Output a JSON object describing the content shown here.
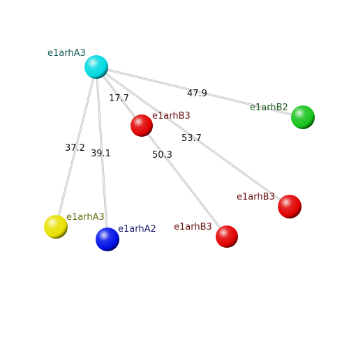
{
  "nodes": [
    {
      "id": "hub",
      "label": "e1arhA3",
      "color": "#00d8e0",
      "label_color": "#1a5c5c"
    },
    {
      "id": "green",
      "label": "e1arhB2",
      "color": "#16c21a",
      "label_color": "#1f5a1f"
    },
    {
      "id": "red_top",
      "label": "e1arhB3",
      "color": "#e00000",
      "label_color": "#6a1010"
    },
    {
      "id": "red_right",
      "label": "e1arhB3",
      "color": "#e00000",
      "label_color": "#6a1010"
    },
    {
      "id": "red_bottom",
      "label": "e1arhB3",
      "color": "#e00000",
      "label_color": "#6a1010"
    },
    {
      "id": "blue",
      "label": "e1arhA2",
      "color": "#0010e8",
      "label_color": "#1a1a6a"
    },
    {
      "id": "yellow",
      "label": "e1arhA3",
      "color": "#e8e000",
      "label_color": "#6a6a10"
    }
  ],
  "edges": [
    {
      "from": "hub",
      "to": "green",
      "label": "47.9"
    },
    {
      "from": "hub",
      "to": "red_top",
      "label": "17.7"
    },
    {
      "from": "hub",
      "to": "red_right",
      "label": "53.7"
    },
    {
      "from": "hub",
      "to": "red_bottom",
      "label": "50.3"
    },
    {
      "from": "hub",
      "to": "blue",
      "label": "39.1"
    },
    {
      "from": "hub",
      "to": "yellow",
      "label": "37.2"
    }
  ]
}
